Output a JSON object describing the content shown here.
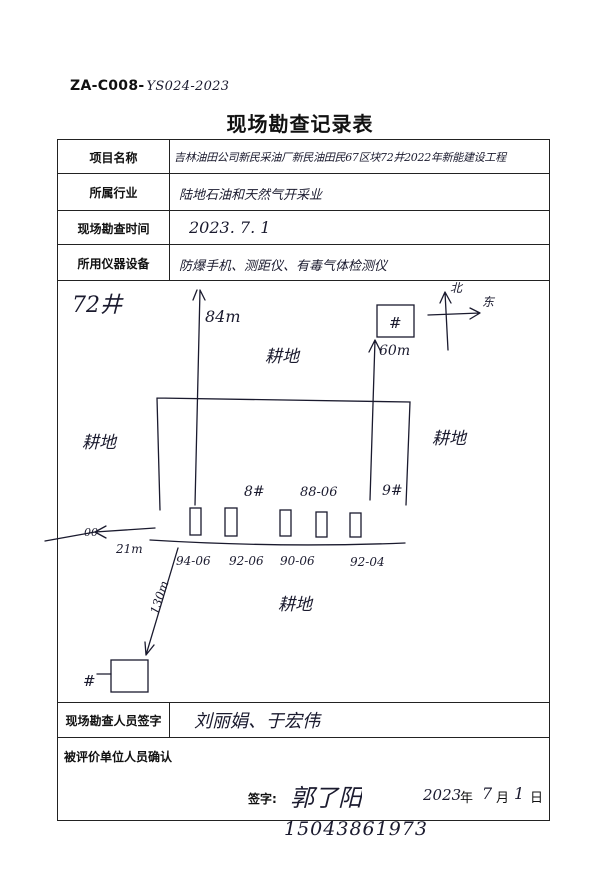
{
  "header": {
    "doc_prefix": "ZA-C008-",
    "doc_handwritten": "YS024-2023",
    "title": "现场勘查记录表"
  },
  "rows": [
    {
      "label": "项目名称",
      "value": "吉林油田公司新民采油厂新民油田民67区块72井2022年新能建设工程"
    },
    {
      "label": "所属行业",
      "value": "陆地石油和天然气开采业"
    },
    {
      "label": "现场勘查时间",
      "value": "2023. 7. 1"
    },
    {
      "label": "所用仪器设备",
      "value": "防爆手机、测距仪、有毒气体检测仪"
    }
  ],
  "sketch": {
    "well_72": "72井",
    "north": "北",
    "east": "东",
    "dist_84": "84m",
    "dist_60": "60m",
    "dist_21": "21m",
    "dist_130": "130m",
    "farmland_top": "耕地",
    "farmland_left": "耕地",
    "farmland_right": "耕地",
    "farmland_bottom": "耕地",
    "well_8": "8#",
    "well_88_06": "88-06",
    "well_9": "9#",
    "hash_top": "#",
    "hash_bottom": "#",
    "lbl_94_06": "94-06",
    "lbl_92_06": "92-06",
    "lbl_90_06": "90-06",
    "lbl_92_04": "92-04",
    "left_node": "00"
  },
  "investigator": {
    "label": "现场勘查人员签字",
    "value": "刘丽娟、于宏伟"
  },
  "confirm": {
    "label": "被评价单位人员确认",
    "sign_label": "签字:",
    "signature": "郭了阳",
    "date_year": "2023",
    "year_char": "年",
    "date_month": "7",
    "month_char": "月",
    "date_day": "1",
    "day_char": "日",
    "phone": "15043861973"
  }
}
